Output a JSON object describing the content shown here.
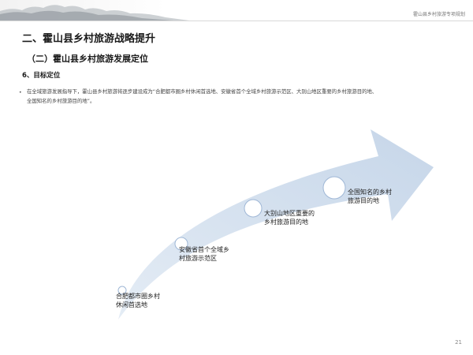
{
  "header": {
    "doc_title": "霍山县乡村旅游专项规划"
  },
  "section_title": "二、霍山县乡村旅游战略提升",
  "subsection_title": "（二）霍山县乡村旅游发展定位",
  "point_title": "6、目标定位",
  "body": {
    "bullet": "•",
    "text": "在全域旅游发展指导下，霍山县乡村旅游将逐步建设成为“合肥都市圈乡村休闲首选地、安徽省首个全域乡村旅游示范区、大别山地区重要的乡村旅游目的地、全国知名的乡村旅游目的地”。"
  },
  "milestones": [
    {
      "line1": "合肥都市圈乡村",
      "line2": "休闲首选地"
    },
    {
      "line1": "安徽省首个全域乡",
      "line2": "村旅游示范区"
    },
    {
      "line1": "大别山地区重要的",
      "line2": "乡村旅游目的地"
    },
    {
      "line1": "全国知名的乡村",
      "line2": "旅游目的地"
    }
  ],
  "colors": {
    "arrow_fill": "#cfdcec",
    "circle_stroke": "#9fb7d6",
    "circle_fill": "#ffffff"
  },
  "page_number": "21"
}
